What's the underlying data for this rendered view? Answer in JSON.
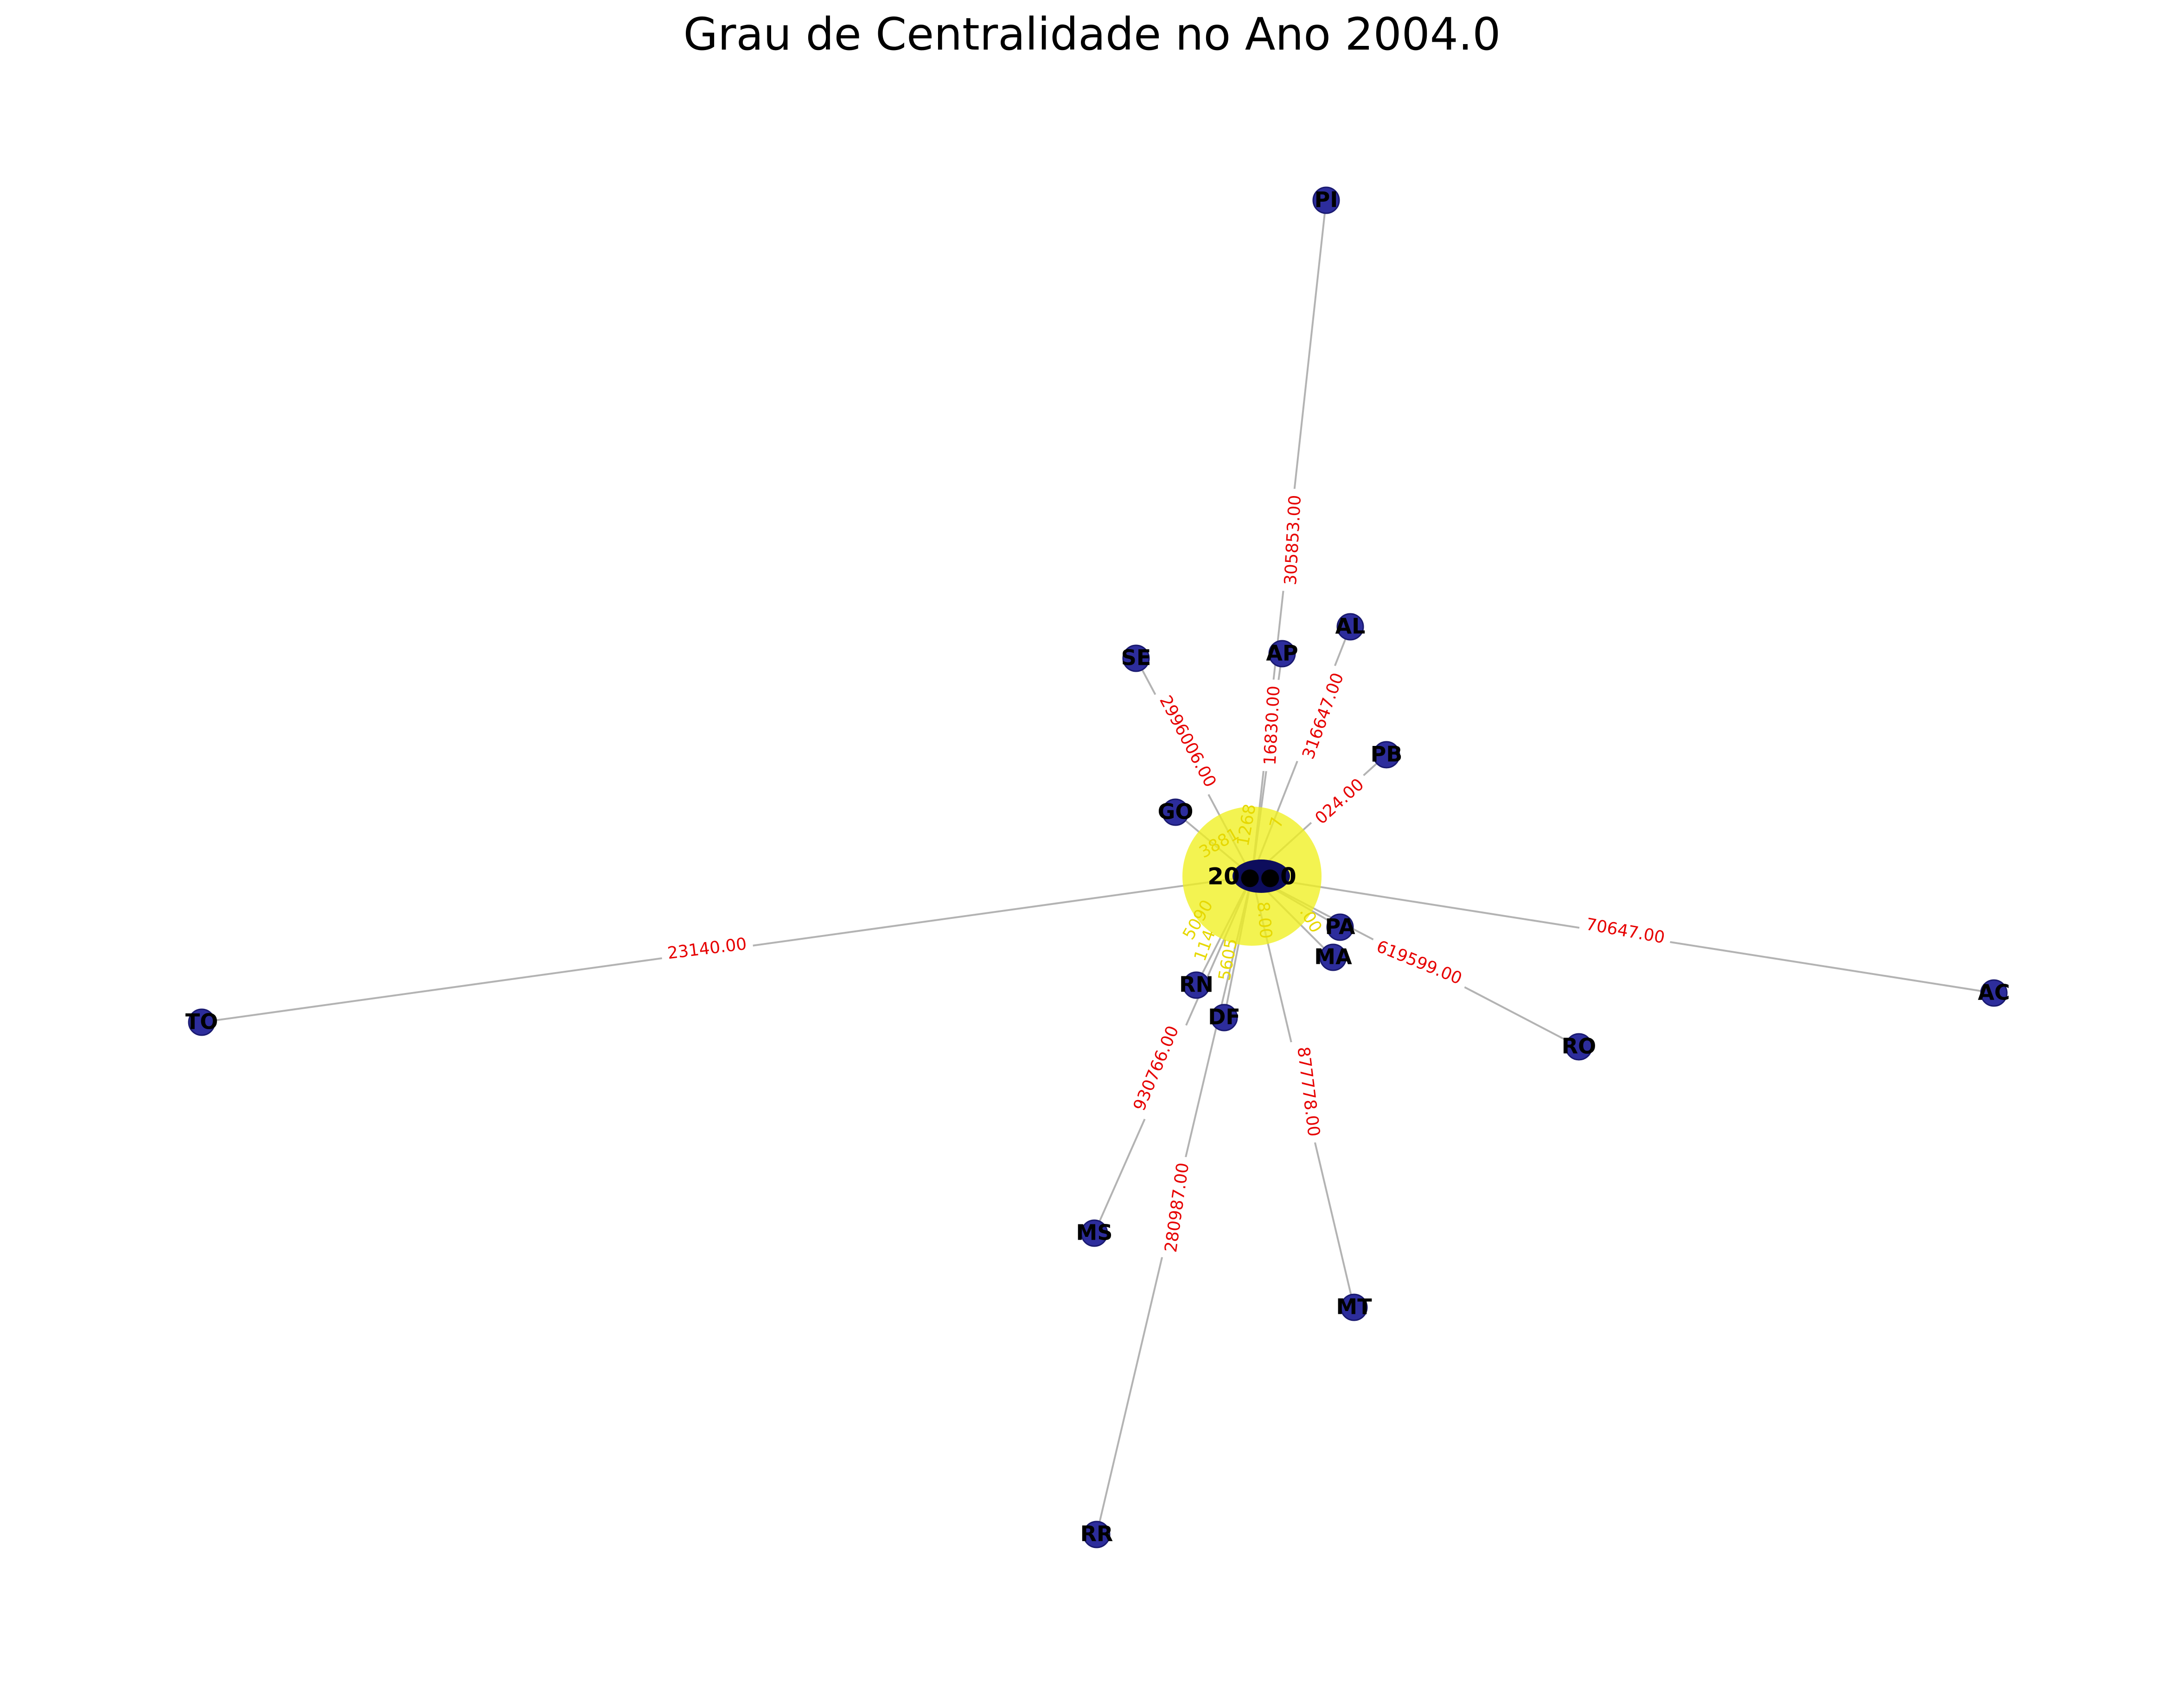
{
  "title": "Grau de Centralidade no Ano 2004.0",
  "colors": {
    "edge": "#b3b3b3",
    "node_fill": "#2d2d9c",
    "node_stroke": "#1a1a70",
    "center_halo": "#f0f020",
    "center_core": "#0d0d5c",
    "edge_label": "#e60000"
  },
  "center": {
    "label": "2004.0",
    "visible_label": "20●●0"
  },
  "nodes": [
    {
      "id": "PI",
      "label": "PI",
      "edge_label": "305853.00"
    },
    {
      "id": "AP",
      "label": "AP",
      "edge_label": "16830.00"
    },
    {
      "id": "AL",
      "label": "AL",
      "edge_label": "316647.00"
    },
    {
      "id": "SE",
      "label": "SE",
      "edge_label": "2996006.00"
    },
    {
      "id": "PB",
      "label": "PB",
      "edge_label": "024.00"
    },
    {
      "id": "GO",
      "label": "GO",
      "edge_label": ""
    },
    {
      "id": "TO",
      "label": "TO",
      "edge_label": "23140.00"
    },
    {
      "id": "AC",
      "label": "AC",
      "edge_label": "70647.00"
    },
    {
      "id": "PA",
      "label": "PA",
      "edge_label": ""
    },
    {
      "id": "MA",
      "label": "MA",
      "edge_label": ""
    },
    {
      "id": "RO",
      "label": "RO",
      "edge_label": "619599.00"
    },
    {
      "id": "RN",
      "label": "RN",
      "edge_label": ""
    },
    {
      "id": "DF",
      "label": "DF",
      "edge_label": ""
    },
    {
      "id": "MS",
      "label": "MS",
      "edge_label": "930766.00"
    },
    {
      "id": "RR",
      "label": "RR",
      "edge_label": "280987.00"
    },
    {
      "id": "MT",
      "label": "MT",
      "edge_label": "877778.00"
    }
  ],
  "inner_labels": [
    "5090",
    "3881",
    "1268",
    "8.00",
    "5605",
    "114",
    "7",
    ".00"
  ]
}
